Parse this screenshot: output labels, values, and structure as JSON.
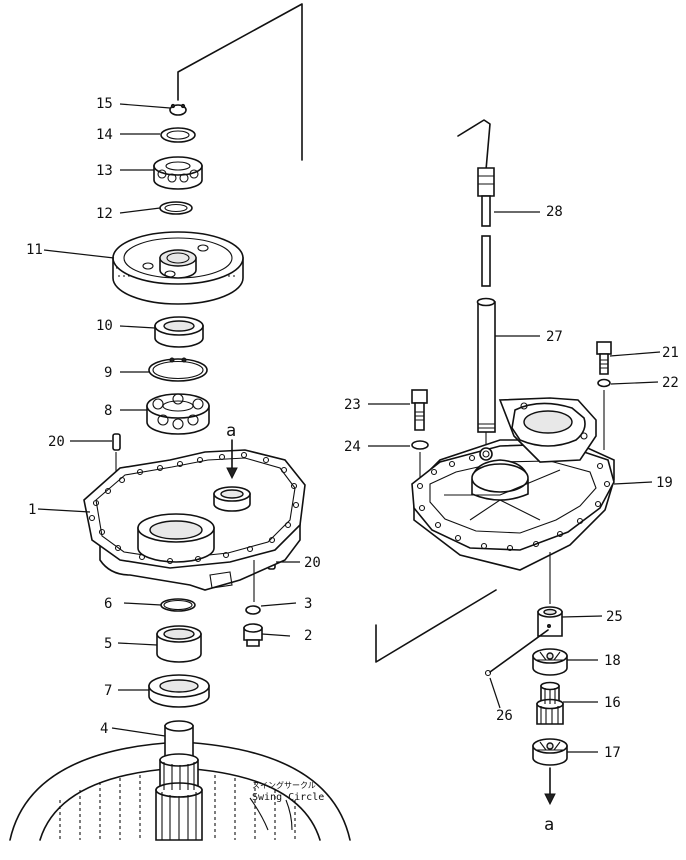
{
  "diagram": {
    "part_numbers": [
      "1",
      "2",
      "3",
      "4",
      "5",
      "6",
      "7",
      "8",
      "9",
      "10",
      "11",
      "12",
      "13",
      "14",
      "15",
      "16",
      "17",
      "18",
      "19",
      "20",
      "20",
      "21",
      "22",
      "23",
      "24",
      "25",
      "26",
      "27",
      "28"
    ],
    "marker_letter": "a",
    "swing_circle_label_jp": "スイングサークル",
    "swing_circle_label_en": "Swing Circle"
  }
}
